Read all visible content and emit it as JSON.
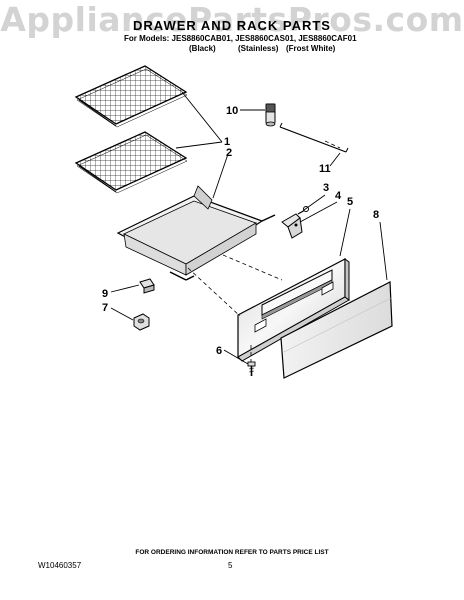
{
  "watermark": "AppliancePartsPros.com",
  "header": {
    "title": "DRAWER AND RACK PARTS",
    "models_line": "For Models: JES8860CAB01, JES8860CAS01, JES8860CAF01",
    "variants": [
      "(Black)",
      "(Stainless)",
      "(Frost White)"
    ]
  },
  "callouts": [
    "10",
    "11",
    "1",
    "2",
    "3",
    "4",
    "5",
    "8",
    "9",
    "7",
    "6"
  ],
  "footer": {
    "note": "FOR ORDERING INFORMATION REFER TO PARTS PRICE LIST",
    "doc_number": "W10460357",
    "page_number": "5"
  }
}
